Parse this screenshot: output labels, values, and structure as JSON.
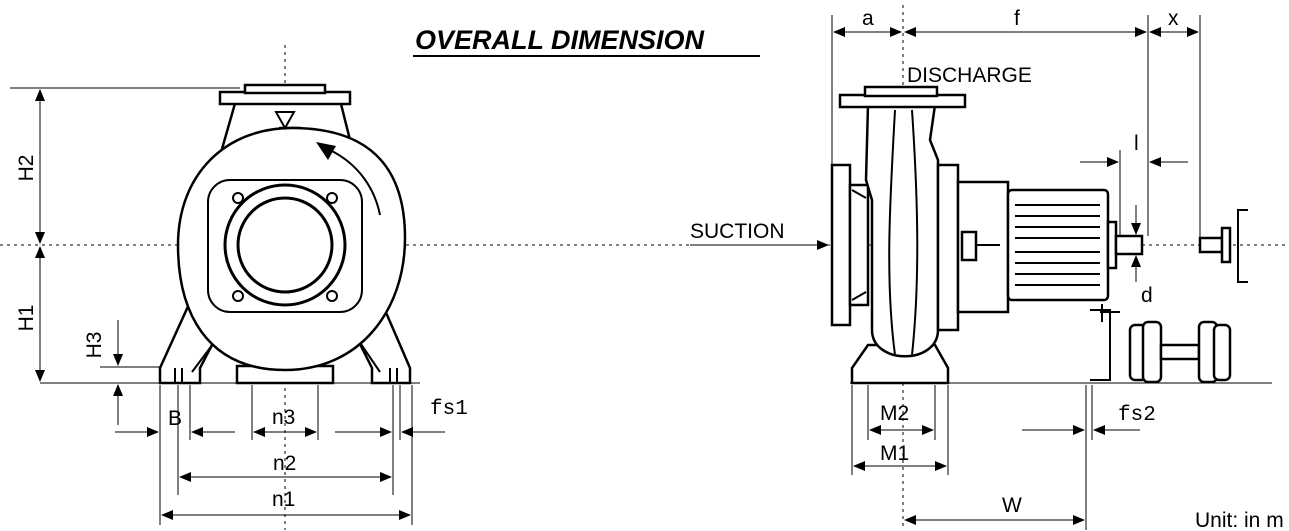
{
  "title": "OVERALL DIMENSION",
  "labels": {
    "discharge": "DISCHARGE",
    "suction": "SUCTION",
    "unit": "Unit: in m"
  },
  "front_view_dims": {
    "h1": "H1",
    "h2": "H2",
    "h3": "H3",
    "b": "B",
    "n1": "n1",
    "n2": "n2",
    "n3": "n3",
    "fs1": "fs1"
  },
  "side_view_dims": {
    "a": "a",
    "f": "f",
    "x": "x",
    "l": "l",
    "d": "d",
    "m1": "M1",
    "m2": "M2",
    "w": "W",
    "fs2": "fs2"
  }
}
